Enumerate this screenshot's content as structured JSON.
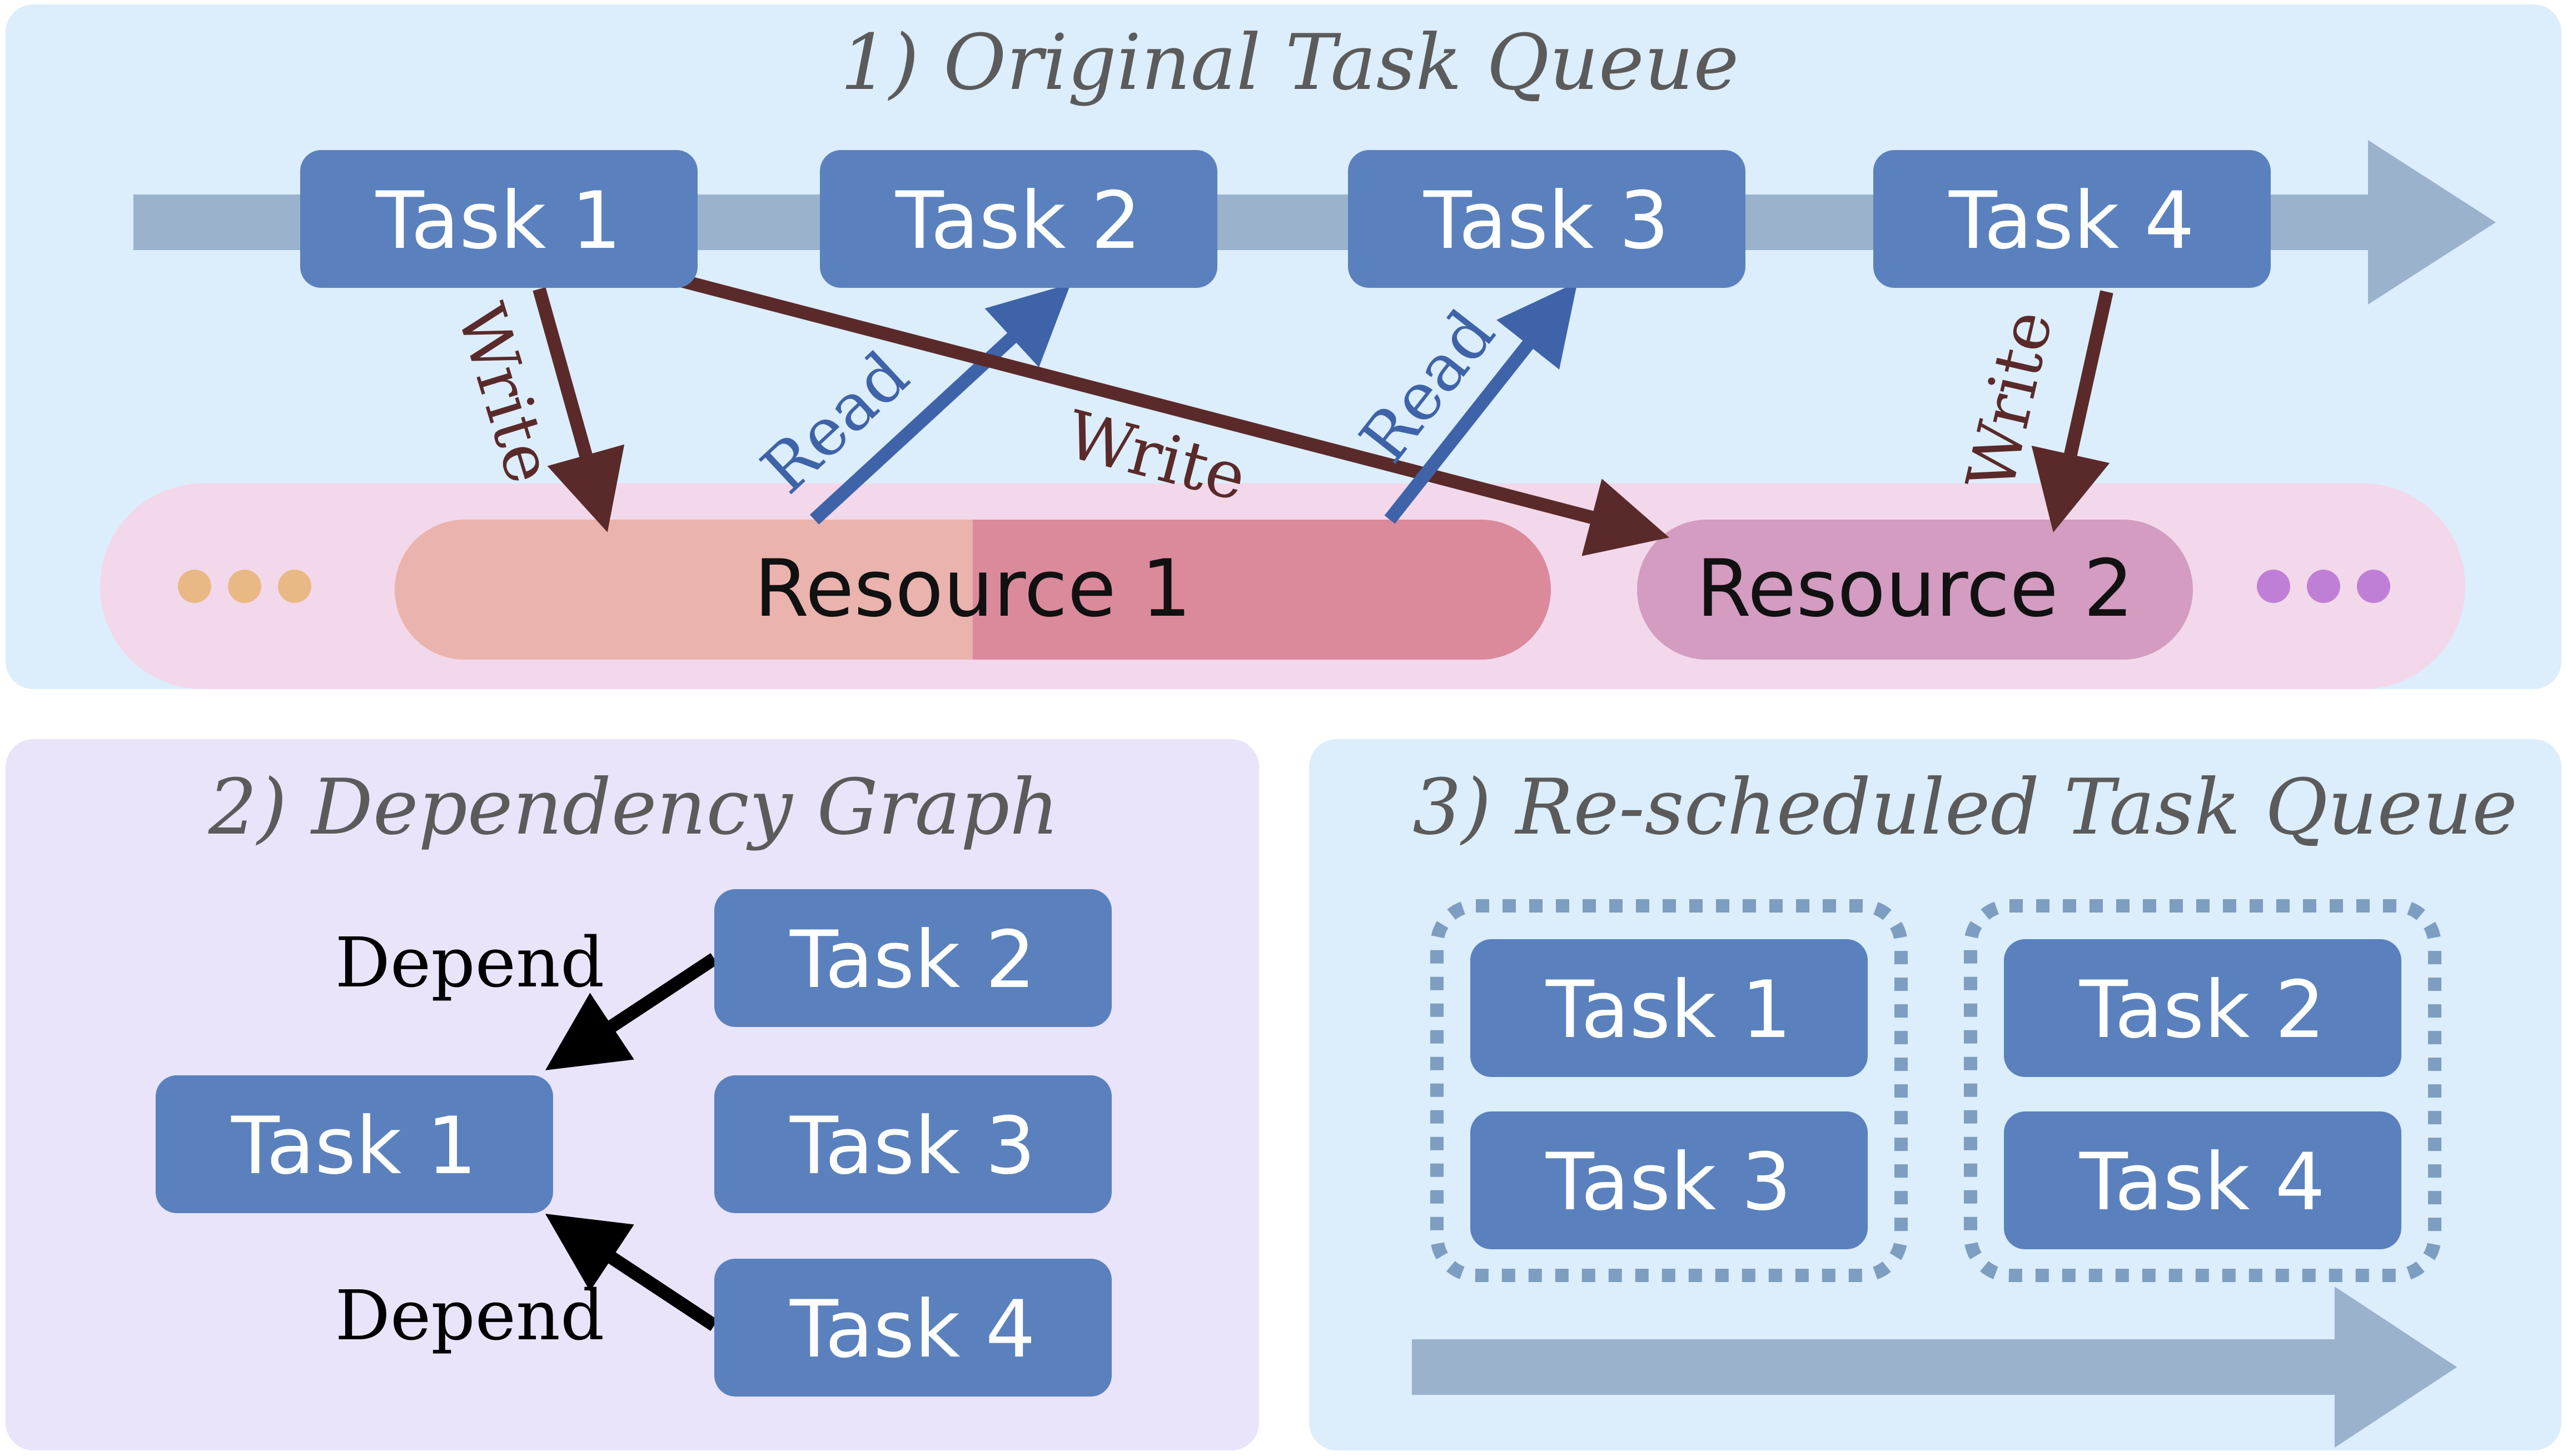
{
  "panels": {
    "p1": {
      "title": "1) Original Task Queue"
    },
    "p2": {
      "title": "2) Dependency Graph"
    },
    "p3": {
      "title": "3) Re-scheduled Task Queue"
    }
  },
  "queue": {
    "tasks": [
      "Task 1",
      "Task 2",
      "Task 3",
      "Task 4"
    ]
  },
  "resources": {
    "r1": "Resource 1",
    "r2": "Resource 2"
  },
  "edges": {
    "t1_r1": "Write",
    "r1_t2": "Read",
    "t1_r2": "Write",
    "r1_t3": "Read",
    "t4_r2": "Write"
  },
  "graph": {
    "root": "Task 1",
    "nodes": [
      "Task 2",
      "Task 3",
      "Task 4"
    ],
    "dep_top": "Depend",
    "dep_bottom": "Depend"
  },
  "rescheduled": {
    "group1": [
      "Task 1",
      "Task 3"
    ],
    "group2": [
      "Task 2",
      "Task 4"
    ]
  },
  "colors": {
    "task_fill": "#5a81bd",
    "write_arrow": "#5a2a2a",
    "read_arrow": "#3f63a8",
    "panel1_bg": "#dcedfb",
    "panel2_bg": "#e9e4fa",
    "panel3_bg": "#dcedfb"
  }
}
